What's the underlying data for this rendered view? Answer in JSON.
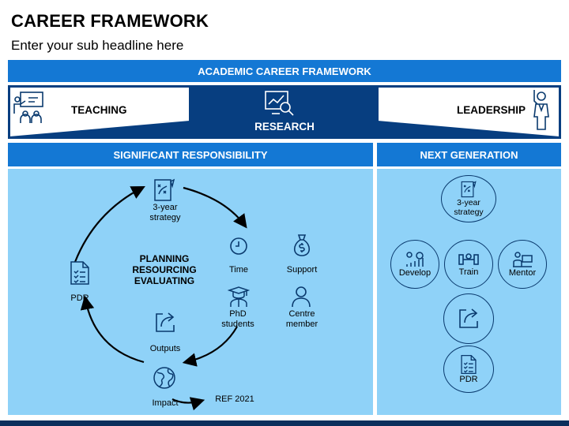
{
  "header": {
    "title": "CAREER FRAMEWORK",
    "subtitle": "Enter your sub headline here"
  },
  "banner": {
    "label": "ACADEMIC CAREER FRAMEWORK"
  },
  "pillars": {
    "left": "TEACHING",
    "center": "RESEARCH",
    "right": "LEADERSHIP"
  },
  "left_panel": {
    "heading": "SIGNIFICANT RESPONSIBILITY",
    "cycle": {
      "strategy": "3-year\nstrategy",
      "pdr": "PDR",
      "outputs": "Outputs",
      "impact": "Impact",
      "ref": "REF 2021"
    },
    "center_text": "PLANNING\nRESOURCING\nEVALUATING",
    "items": {
      "time": "Time",
      "support": "Support",
      "phd": "PhD\nstudents",
      "member": "Centre\nmember"
    }
  },
  "right_panel": {
    "heading": "NEXT GENERATION",
    "strategy": "3-year\nstrategy",
    "develop": "Develop",
    "train": "Train",
    "mentor": "Mentor",
    "pdr": "PDR"
  },
  "colors": {
    "accent": "#1478d4",
    "dark": "#073e80",
    "panel": "#8fd2f8",
    "icon": "#0a3a6e"
  }
}
